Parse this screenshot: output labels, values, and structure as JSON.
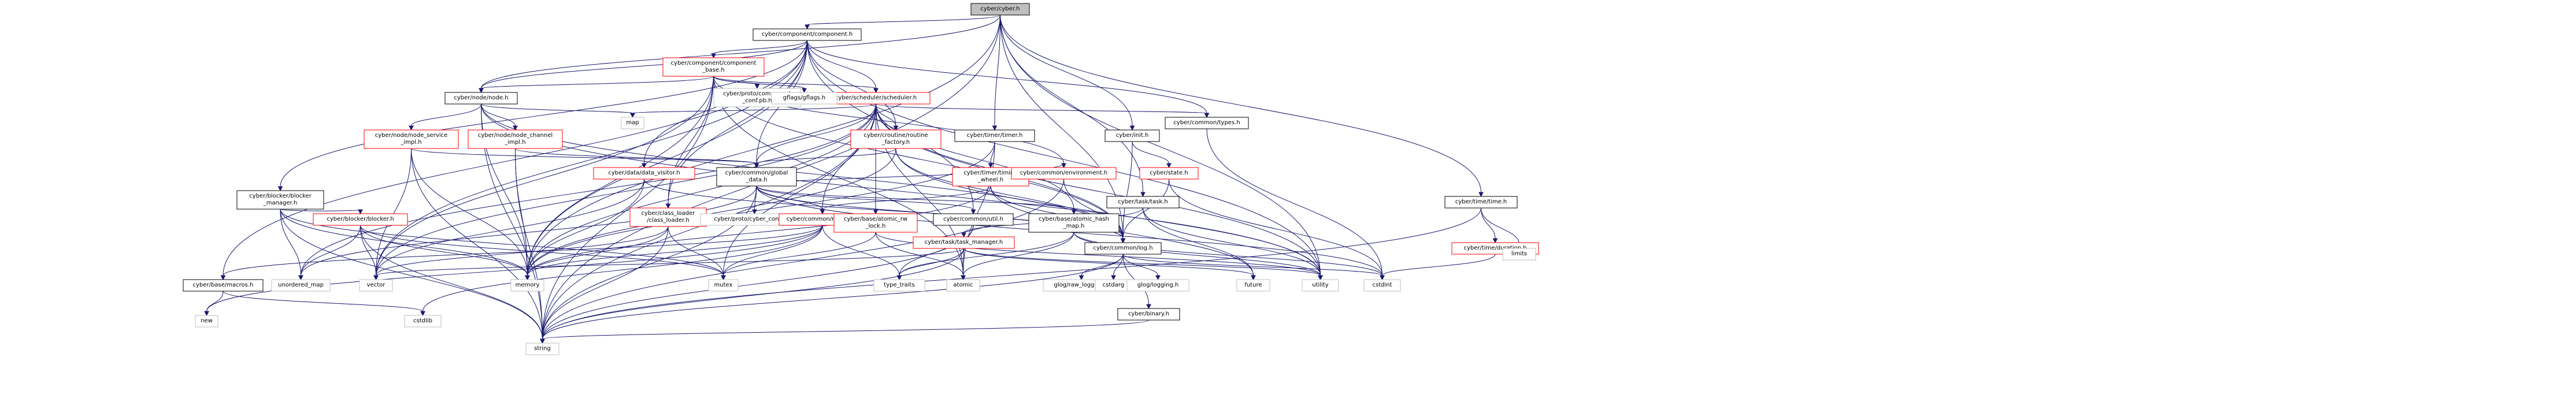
{
  "colors": {
    "root_fill": "#bfbfbf",
    "node_fill": "#ffffff",
    "node_border": "#000000",
    "incomplete_border": "#ff0000",
    "external_border": "#bfbfbf",
    "edge": "#191970"
  },
  "nodes": [
    {
      "id": "cyber",
      "lines": [
        "cyber/cyber.h"
      ],
      "kind": "root"
    },
    {
      "id": "component",
      "lines": [
        "cyber/component/component.h"
      ],
      "kind": "normal"
    },
    {
      "id": "component_base",
      "lines": [
        "cyber/component/component",
        "_base.h"
      ],
      "kind": "incomplete"
    },
    {
      "id": "scheduler",
      "lines": [
        "cyber/scheduler/scheduler.h"
      ],
      "kind": "incomplete"
    },
    {
      "id": "node",
      "lines": [
        "cyber/node/node.h"
      ],
      "kind": "normal"
    },
    {
      "id": "proto_component_conf",
      "lines": [
        "cyber/proto/component",
        "_conf.pb.h"
      ],
      "kind": "external"
    },
    {
      "id": "gflags",
      "lines": [
        "gflags/gflags.h"
      ],
      "kind": "external"
    },
    {
      "id": "map",
      "lines": [
        "map"
      ],
      "kind": "external"
    },
    {
      "id": "common_types",
      "lines": [
        "cyber/common/types.h"
      ],
      "kind": "normal"
    },
    {
      "id": "init",
      "lines": [
        "cyber/init.h"
      ],
      "kind": "normal"
    },
    {
      "id": "timer",
      "lines": [
        "cyber/timer/timer.h"
      ],
      "kind": "normal"
    },
    {
      "id": "time",
      "lines": [
        "cyber/time/time.h"
      ],
      "kind": "normal"
    },
    {
      "id": "node_service_impl",
      "lines": [
        "cyber/node/node_service",
        "_impl.h"
      ],
      "kind": "incomplete"
    },
    {
      "id": "node_channel_impl",
      "lines": [
        "cyber/node/node_channel",
        "_impl.h"
      ],
      "kind": "incomplete"
    },
    {
      "id": "routine_factory",
      "lines": [
        "cyber/croutine/routine",
        "_factory.h"
      ],
      "kind": "incomplete"
    },
    {
      "id": "timing_wheel",
      "lines": [
        "cyber/timer/timing",
        "_wheel.h"
      ],
      "kind": "incomplete"
    },
    {
      "id": "environment",
      "lines": [
        "cyber/common/environment.h"
      ],
      "kind": "incomplete"
    },
    {
      "id": "state",
      "lines": [
        "cyber/state.h"
      ],
      "kind": "incomplete"
    },
    {
      "id": "task",
      "lines": [
        "cyber/task/task.h"
      ],
      "kind": "normal"
    },
    {
      "id": "blocker_manager",
      "lines": [
        "cyber/blocker/blocker",
        "_manager.h"
      ],
      "kind": "normal"
    },
    {
      "id": "data_visitor",
      "lines": [
        "cyber/data/data_visitor.h"
      ],
      "kind": "incomplete"
    },
    {
      "id": "global_data",
      "lines": [
        "cyber/common/global",
        "_data.h"
      ],
      "kind": "normal"
    },
    {
      "id": "blocker",
      "lines": [
        "cyber/blocker/blocker.h"
      ],
      "kind": "incomplete"
    },
    {
      "id": "class_loader",
      "lines": [
        "cyber/class_loader",
        "/class_loader.h"
      ],
      "kind": "incomplete"
    },
    {
      "id": "proto_cyber_conf",
      "lines": [
        "cyber/proto/cyber_conf.pb.h"
      ],
      "kind": "external"
    },
    {
      "id": "common_macros",
      "lines": [
        "cyber/common/macros.h"
      ],
      "kind": "incomplete"
    },
    {
      "id": "atomic_rw_lock",
      "lines": [
        "cyber/base/atomic_rw",
        "_lock.h"
      ],
      "kind": "incomplete"
    },
    {
      "id": "common_util",
      "lines": [
        "cyber/common/util.h"
      ],
      "kind": "normal"
    },
    {
      "id": "task_manager",
      "lines": [
        "cyber/task/task_manager.h"
      ],
      "kind": "incomplete"
    },
    {
      "id": "atomic_hash_map",
      "lines": [
        "cyber/base/atomic_hash",
        "_map.h"
      ],
      "kind": "normal"
    },
    {
      "id": "common_log",
      "lines": [
        "cyber/common/log.h"
      ],
      "kind": "normal"
    },
    {
      "id": "time_duration",
      "lines": [
        "cyber/time/duration.h"
      ],
      "kind": "incomplete"
    },
    {
      "id": "limits",
      "lines": [
        "limits"
      ],
      "kind": "external"
    },
    {
      "id": "base_macros",
      "lines": [
        "cyber/base/macros.h"
      ],
      "kind": "normal"
    },
    {
      "id": "unordered_map",
      "lines": [
        "unordered_map"
      ],
      "kind": "external"
    },
    {
      "id": "vector",
      "lines": [
        "vector"
      ],
      "kind": "external"
    },
    {
      "id": "memory",
      "lines": [
        "memory"
      ],
      "kind": "external"
    },
    {
      "id": "mutex",
      "lines": [
        "mutex"
      ],
      "kind": "external"
    },
    {
      "id": "type_traits",
      "lines": [
        "type_traits"
      ],
      "kind": "external"
    },
    {
      "id": "atomic",
      "lines": [
        "atomic"
      ],
      "kind": "external"
    },
    {
      "id": "glog_raw_logging",
      "lines": [
        "glog/raw_logging.h"
      ],
      "kind": "external"
    },
    {
      "id": "cstdarg",
      "lines": [
        "cstdarg"
      ],
      "kind": "external"
    },
    {
      "id": "glog_logging",
      "lines": [
        "glog/logging.h"
      ],
      "kind": "external"
    },
    {
      "id": "future",
      "lines": [
        "future"
      ],
      "kind": "external"
    },
    {
      "id": "utility",
      "lines": [
        "utility"
      ],
      "kind": "external"
    },
    {
      "id": "cstdint",
      "lines": [
        "cstdint"
      ],
      "kind": "external"
    },
    {
      "id": "binary",
      "lines": [
        "cyber/binary.h"
      ],
      "kind": "normal"
    },
    {
      "id": "new",
      "lines": [
        "new"
      ],
      "kind": "external"
    },
    {
      "id": "cstdlib",
      "lines": [
        "cstdlib"
      ],
      "kind": "external"
    },
    {
      "id": "string",
      "lines": [
        "string"
      ],
      "kind": "external"
    }
  ],
  "edges": [
    [
      "cyber",
      "component"
    ],
    [
      "cyber",
      "node"
    ],
    [
      "cyber",
      "common_log"
    ],
    [
      "cyber",
      "init"
    ],
    [
      "cyber",
      "timer"
    ],
    [
      "cyber",
      "time"
    ],
    [
      "cyber",
      "task"
    ],
    [
      "cyber",
      "string"
    ],
    [
      "cyber",
      "memory"
    ],
    [
      "cyber",
      "utility"
    ],
    [
      "component",
      "component_base"
    ],
    [
      "component",
      "scheduler"
    ],
    [
      "component",
      "node"
    ],
    [
      "component",
      "common_types"
    ],
    [
      "component",
      "global_data"
    ],
    [
      "component",
      "routine_factory"
    ],
    [
      "component",
      "data_visitor"
    ],
    [
      "component",
      "class_loader"
    ],
    [
      "component",
      "base_macros"
    ],
    [
      "component",
      "common_util"
    ],
    [
      "component",
      "blocker_manager"
    ],
    [
      "component",
      "memory"
    ],
    [
      "component",
      "vector"
    ],
    [
      "component",
      "utility"
    ],
    [
      "component_base",
      "proto_component_conf"
    ],
    [
      "component_base",
      "gflags"
    ],
    [
      "component_base",
      "scheduler"
    ],
    [
      "component_base",
      "node"
    ],
    [
      "component_base",
      "class_loader"
    ],
    [
      "component_base",
      "environment"
    ],
    [
      "component_base",
      "common_log"
    ],
    [
      "component_base",
      "memory"
    ],
    [
      "component_base",
      "string"
    ],
    [
      "component_base",
      "vector"
    ],
    [
      "component_base",
      "atomic"
    ],
    [
      "scheduler",
      "map"
    ],
    [
      "scheduler",
      "common_types"
    ],
    [
      "scheduler",
      "routine_factory"
    ],
    [
      "scheduler",
      "global_data"
    ],
    [
      "scheduler",
      "common_macros"
    ],
    [
      "scheduler",
      "atomic_rw_lock"
    ],
    [
      "scheduler",
      "atomic_hash_map"
    ],
    [
      "scheduler",
      "common_log"
    ],
    [
      "scheduler",
      "unordered_map"
    ],
    [
      "scheduler",
      "memory"
    ],
    [
      "scheduler",
      "mutex"
    ],
    [
      "scheduler",
      "atomic"
    ],
    [
      "scheduler",
      "string"
    ],
    [
      "scheduler",
      "vector"
    ],
    [
      "scheduler",
      "utility"
    ],
    [
      "node",
      "map"
    ],
    [
      "node",
      "node_service_impl"
    ],
    [
      "node",
      "node_channel_impl"
    ],
    [
      "node",
      "memory"
    ],
    [
      "node",
      "string"
    ],
    [
      "node",
      "utility"
    ],
    [
      "node",
      "common_log"
    ],
    [
      "node_service_impl",
      "global_data"
    ],
    [
      "node_service_impl",
      "memory"
    ],
    [
      "node_service_impl",
      "string"
    ],
    [
      "node_service_impl",
      "vector"
    ],
    [
      "node_channel_impl",
      "global_data"
    ],
    [
      "node_channel_impl",
      "memory"
    ],
    [
      "node_channel_impl",
      "string"
    ],
    [
      "routine_factory",
      "global_data"
    ],
    [
      "routine_factory",
      "common_log"
    ],
    [
      "routine_factory",
      "memory"
    ],
    [
      "routine_factory",
      "utility"
    ],
    [
      "data_visitor",
      "common_log"
    ],
    [
      "data_visitor",
      "memory"
    ],
    [
      "data_visitor",
      "vector"
    ],
    [
      "global_data",
      "proto_cyber_conf"
    ],
    [
      "global_data",
      "common_macros"
    ],
    [
      "global_data",
      "atomic_hash_map"
    ],
    [
      "global_data",
      "common_util"
    ],
    [
      "global_data",
      "common_log"
    ],
    [
      "global_data",
      "environment"
    ],
    [
      "global_data",
      "unordered_map"
    ],
    [
      "global_data",
      "string"
    ],
    [
      "global_data",
      "cstdint"
    ],
    [
      "blocker_manager",
      "blocker"
    ],
    [
      "blocker_manager",
      "memory"
    ],
    [
      "blocker_manager",
      "mutex"
    ],
    [
      "blocker_manager",
      "string"
    ],
    [
      "blocker_manager",
      "unordered_map"
    ],
    [
      "blocker",
      "vector"
    ],
    [
      "blocker",
      "memory"
    ],
    [
      "blocker",
      "mutex"
    ],
    [
      "blocker",
      "string"
    ],
    [
      "blocker",
      "unordered_map"
    ],
    [
      "class_loader",
      "memory"
    ],
    [
      "class_loader",
      "mutex"
    ],
    [
      "class_loader",
      "string"
    ],
    [
      "class_loader",
      "vector"
    ],
    [
      "common_macros",
      "base_macros"
    ],
    [
      "common_macros",
      "memory"
    ],
    [
      "common_macros",
      "mutex"
    ],
    [
      "common_macros",
      "type_traits"
    ],
    [
      "common_macros",
      "cstdlib"
    ],
    [
      "common_macros",
      "new"
    ],
    [
      "atomic_rw_lock",
      "atomic"
    ],
    [
      "atomic_rw_lock",
      "mutex"
    ],
    [
      "atomic_rw_lock",
      "utility"
    ],
    [
      "common_util",
      "string"
    ],
    [
      "common_util",
      "type_traits"
    ],
    [
      "atomic_hash_map",
      "atomic"
    ],
    [
      "atomic_hash_map",
      "cstdint"
    ],
    [
      "atomic_hash_map",
      "type_traits"
    ],
    [
      "atomic_hash_map",
      "utility"
    ],
    [
      "timer",
      "timing_wheel"
    ],
    [
      "timer",
      "atomic"
    ],
    [
      "timer",
      "memory"
    ],
    [
      "timing_wheel",
      "common_log"
    ],
    [
      "timing_wheel",
      "common_macros"
    ],
    [
      "timing_wheel",
      "memory"
    ],
    [
      "timing_wheel",
      "future"
    ],
    [
      "environment",
      "common_log"
    ],
    [
      "environment",
      "string"
    ],
    [
      "init",
      "state"
    ],
    [
      "init",
      "common_log"
    ],
    [
      "state",
      "common_log"
    ],
    [
      "state",
      "cstdint"
    ],
    [
      "task",
      "task_manager"
    ],
    [
      "task",
      "future"
    ],
    [
      "task",
      "utility"
    ],
    [
      "task_manager",
      "future"
    ],
    [
      "task_manager",
      "string"
    ],
    [
      "task_manager",
      "type_traits"
    ],
    [
      "task_manager",
      "utility"
    ],
    [
      "task_manager",
      "vector"
    ],
    [
      "task_manager",
      "atomic"
    ],
    [
      "common_log",
      "cstdarg"
    ],
    [
      "common_log",
      "glog_logging"
    ],
    [
      "common_log",
      "glog_raw_logging"
    ],
    [
      "common_log",
      "binary"
    ],
    [
      "common_log",
      "string"
    ],
    [
      "common_log",
      "cstdint"
    ],
    [
      "binary",
      "string"
    ],
    [
      "time",
      "time_duration"
    ],
    [
      "time",
      "limits"
    ],
    [
      "time",
      "string"
    ],
    [
      "time_duration",
      "cstdint"
    ],
    [
      "base_macros",
      "cstdlib"
    ],
    [
      "base_macros",
      "new"
    ],
    [
      "common_types",
      "cstdint"
    ]
  ]
}
